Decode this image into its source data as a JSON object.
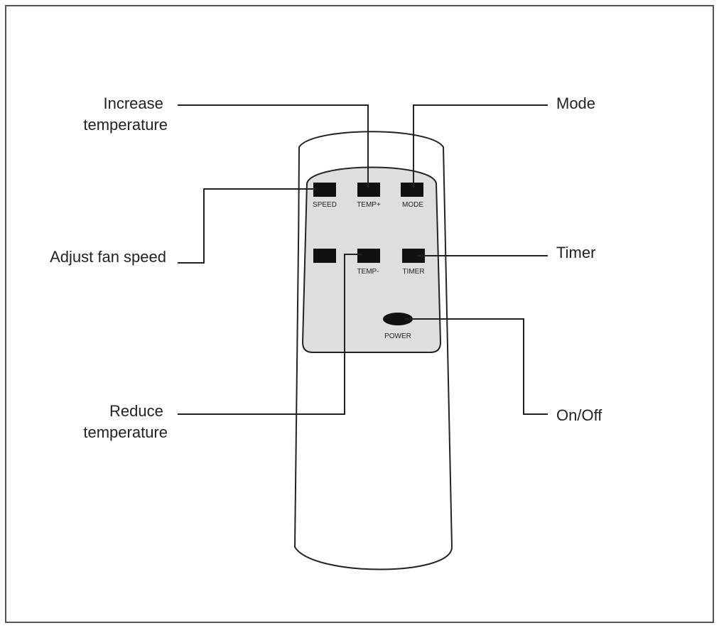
{
  "callouts": {
    "increase_temperature": [
      "Increase",
      "temperature"
    ],
    "mode": "Mode",
    "adjust_fan_speed": "Adjust fan speed",
    "timer": "Timer",
    "reduce_temperature": [
      "Reduce",
      "temperature"
    ],
    "on_off": "On/Off"
  },
  "remote": {
    "buttons": {
      "speed": "SPEED",
      "temp_plus": "TEMP+",
      "mode": "MODE",
      "temp_minus": "TEMP-",
      "timer": "TIMER",
      "power": "POWER"
    }
  },
  "colors": {
    "line": "#222222",
    "panel": "#dedede",
    "button": "#111111",
    "background": "#ffffff"
  }
}
